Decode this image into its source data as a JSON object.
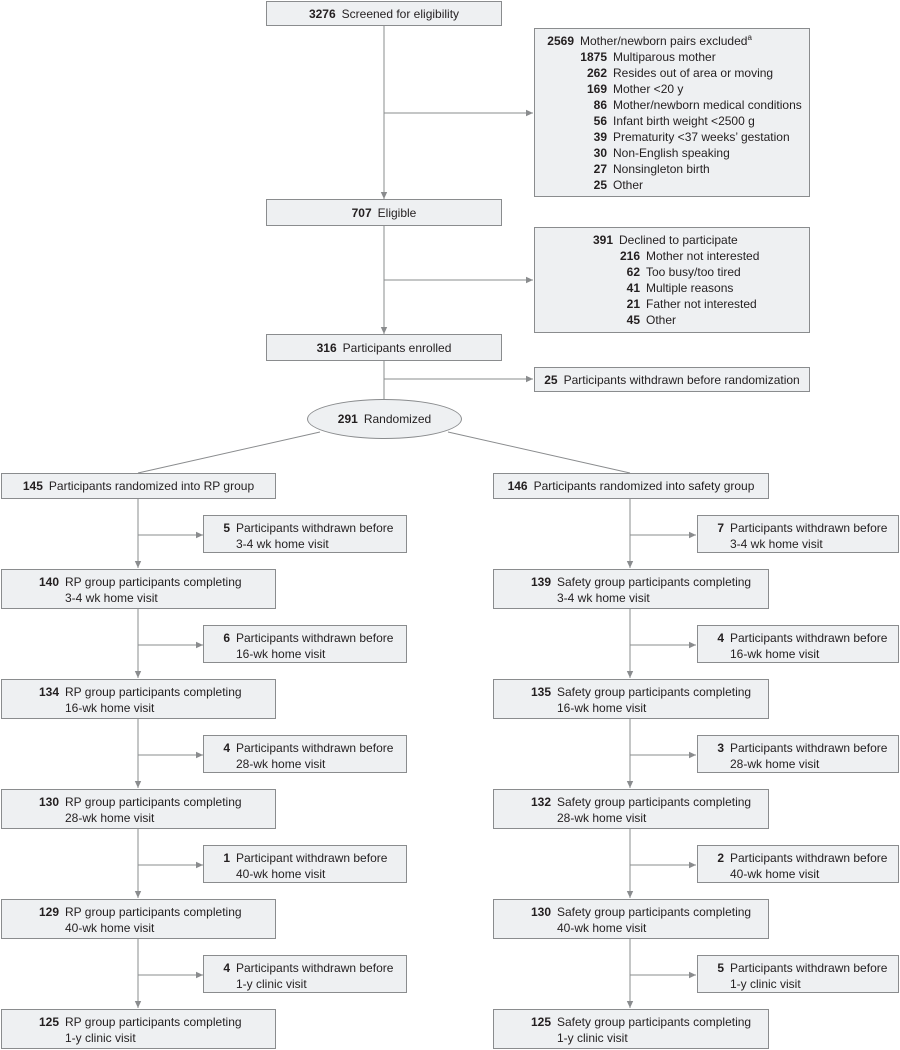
{
  "screened": {
    "n": "3276",
    "label": "Screened for eligibility"
  },
  "excluded": {
    "n": "2569",
    "label": "Mother/newborn pairs excluded",
    "sup": "a",
    "items": [
      {
        "n": "1875",
        "label": "Multiparous mother"
      },
      {
        "n": "262",
        "label": "Resides out of area or moving"
      },
      {
        "n": "169",
        "label": "Mother <20 y"
      },
      {
        "n": "86",
        "label": "Mother/newborn medical conditions"
      },
      {
        "n": "56",
        "label": "Infant birth weight <2500 g"
      },
      {
        "n": "39",
        "label": "Prematurity <37 weeks’ gestation"
      },
      {
        "n": "30",
        "label": "Non-English speaking"
      },
      {
        "n": "27",
        "label": "Nonsingleton birth"
      },
      {
        "n": "25",
        "label": "Other"
      }
    ]
  },
  "eligible": {
    "n": "707",
    "label": "Eligible"
  },
  "declined": {
    "n": "391",
    "label": "Declined to participate",
    "items": [
      {
        "n": "216",
        "label": "Mother not interested"
      },
      {
        "n": "62",
        "label": "Too busy/too tired"
      },
      {
        "n": "41",
        "label": "Multiple reasons"
      },
      {
        "n": "21",
        "label": "Father not interested"
      },
      {
        "n": "45",
        "label": "Other"
      }
    ]
  },
  "enrolled": {
    "n": "316",
    "label": "Participants enrolled"
  },
  "withdrawn_pre": {
    "n": "25",
    "label": "Participants withdrawn before randomization"
  },
  "randomized": {
    "n": "291",
    "label": "Randomized"
  },
  "rp": {
    "start": {
      "n": "145",
      "label": "Participants randomized into RP group"
    },
    "stages": [
      {
        "withdrawn": {
          "n": "5",
          "l1": "Participants withdrawn before",
          "l2": "3-4 wk home visit"
        },
        "complete": {
          "n": "140",
          "l1": "RP group participants completing",
          "l2": "3-4 wk home visit"
        }
      },
      {
        "withdrawn": {
          "n": "6",
          "l1": "Participants withdrawn before",
          "l2": "16-wk home visit"
        },
        "complete": {
          "n": "134",
          "l1": "RP group participants completing",
          "l2": "16-wk home visit"
        }
      },
      {
        "withdrawn": {
          "n": "4",
          "l1": "Participants withdrawn before",
          "l2": "28-wk home visit"
        },
        "complete": {
          "n": "130",
          "l1": "RP group participants completing",
          "l2": "28-wk home visit"
        }
      },
      {
        "withdrawn": {
          "n": "1",
          "l1": "Participant withdrawn before",
          "l2": "40-wk home visit"
        },
        "complete": {
          "n": "129",
          "l1": "RP group participants completing",
          "l2": "40-wk home visit"
        }
      },
      {
        "withdrawn": {
          "n": "4",
          "l1": "Participants withdrawn before",
          "l2": "1-y clinic visit"
        },
        "complete": {
          "n": "125",
          "l1": "RP group participants completing",
          "l2": "1-y clinic visit"
        }
      }
    ]
  },
  "safety": {
    "start": {
      "n": "146",
      "label": "Participants randomized into safety group"
    },
    "stages": [
      {
        "withdrawn": {
          "n": "7",
          "l1": "Participants withdrawn before",
          "l2": "3-4 wk home visit"
        },
        "complete": {
          "n": "139",
          "l1": "Safety group participants completing",
          "l2": "3-4 wk home visit"
        }
      },
      {
        "withdrawn": {
          "n": "4",
          "l1": "Participants withdrawn before",
          "l2": "16-wk home visit"
        },
        "complete": {
          "n": "135",
          "l1": "Safety group participants completing",
          "l2": "16-wk home visit"
        }
      },
      {
        "withdrawn": {
          "n": "3",
          "l1": "Participants withdrawn before",
          "l2": "28-wk home visit"
        },
        "complete": {
          "n": "132",
          "l1": "Safety group participants completing",
          "l2": "28-wk home visit"
        }
      },
      {
        "withdrawn": {
          "n": "2",
          "l1": "Participants withdrawn before",
          "l2": "40-wk home visit"
        },
        "complete": {
          "n": "130",
          "l1": "Safety group participants completing",
          "l2": "40-wk home visit"
        }
      },
      {
        "withdrawn": {
          "n": "5",
          "l1": "Participants withdrawn before",
          "l2": "1-y clinic visit"
        },
        "complete": {
          "n": "125",
          "l1": "Safety group participants completing",
          "l2": "1-y clinic visit"
        }
      }
    ]
  }
}
